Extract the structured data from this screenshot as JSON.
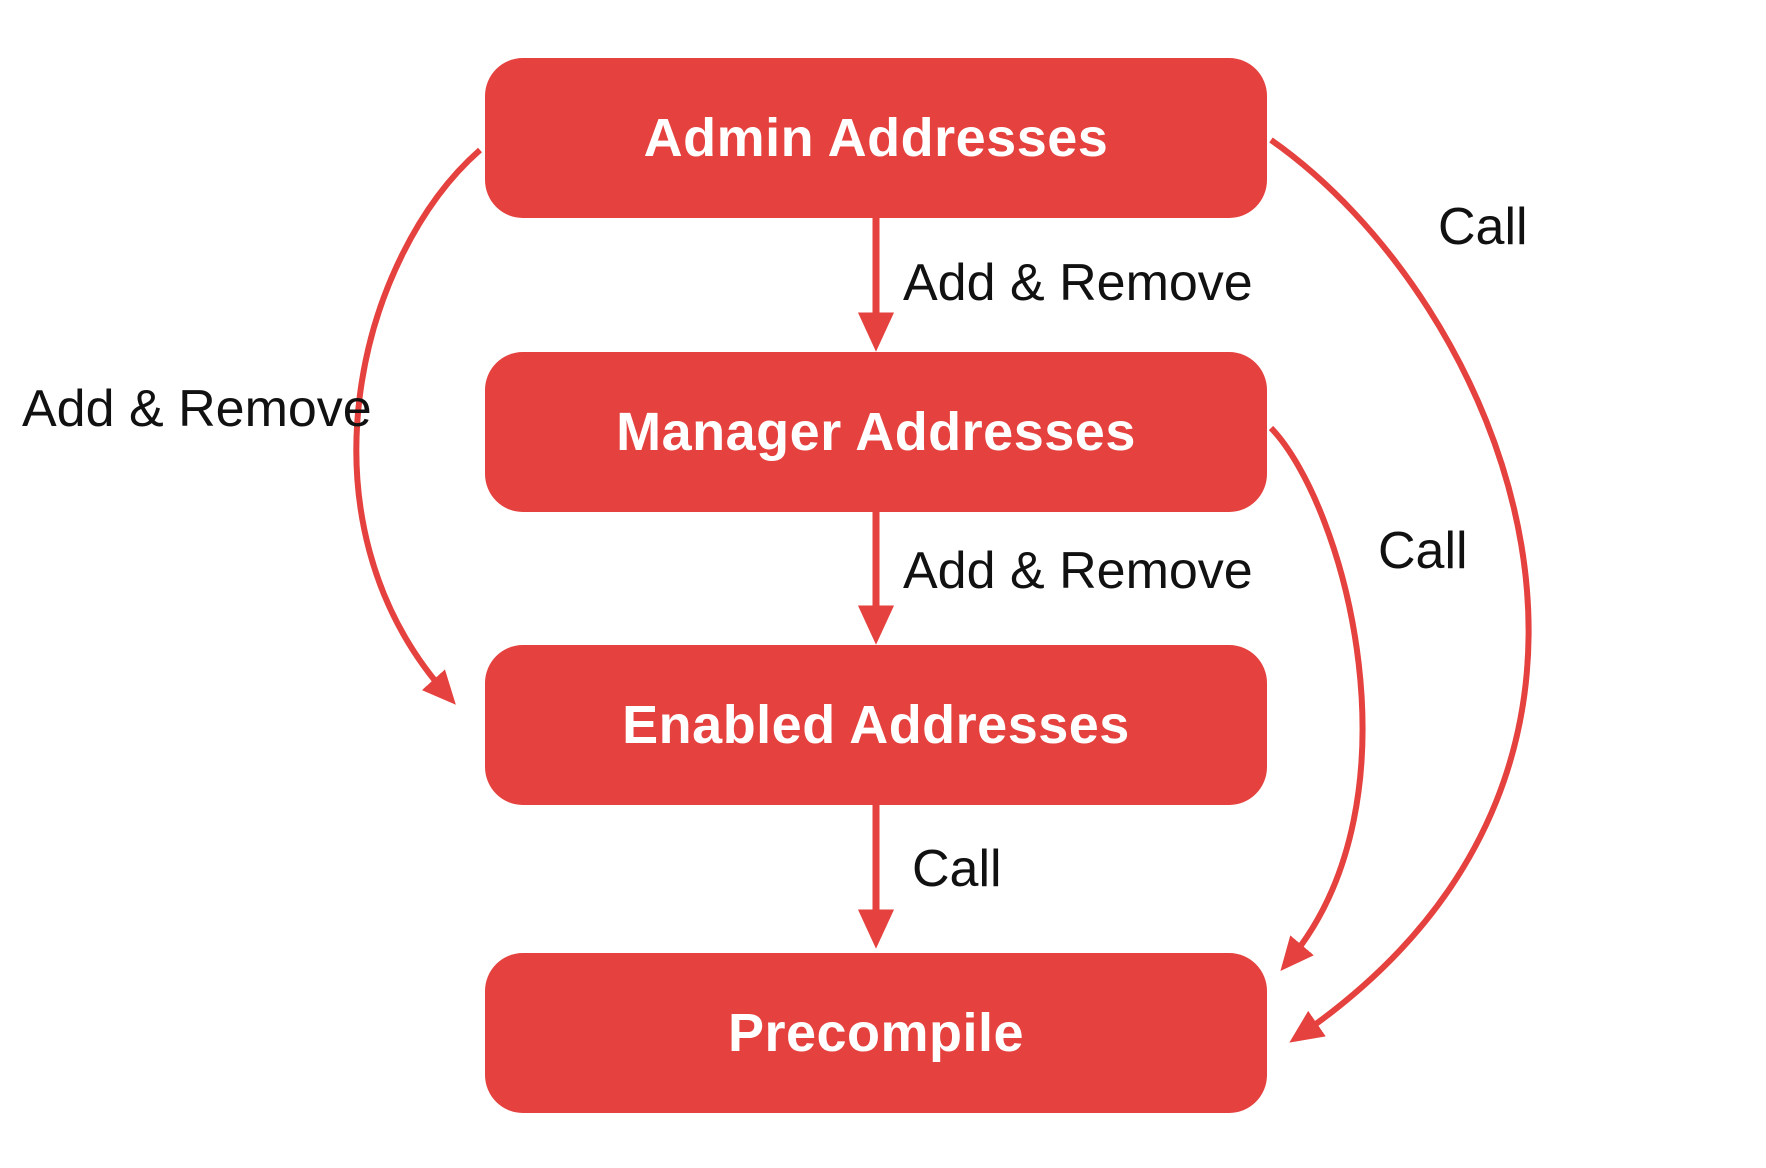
{
  "diagram": {
    "title": "Precompile address roles flow",
    "background_color": "#ffffff",
    "accent_red": "#e5413e",
    "text_color": "#111111",
    "node_text_color": "#ffffff",
    "nodes": [
      {
        "id": "admin",
        "label": "Admin Addresses"
      },
      {
        "id": "manager",
        "label": "Manager Addresses"
      },
      {
        "id": "enabled",
        "label": "Enabled Addresses"
      },
      {
        "id": "precompile",
        "label": "Precompile"
      }
    ],
    "edges": [
      {
        "from": "admin",
        "to": "manager",
        "label": "Add & Remove",
        "shape": "straight-down"
      },
      {
        "from": "manager",
        "to": "enabled",
        "label": "Add & Remove",
        "shape": "straight-down"
      },
      {
        "from": "enabled",
        "to": "precompile",
        "label": "Call",
        "shape": "straight-down"
      },
      {
        "from": "admin",
        "to": "enabled",
        "label": "Add & Remove",
        "shape": "curve-left"
      },
      {
        "from": "admin",
        "to": "precompile",
        "label": "Call",
        "shape": "curve-right-outer"
      },
      {
        "from": "manager",
        "to": "precompile",
        "label": "Call",
        "shape": "curve-right-inner"
      }
    ]
  }
}
